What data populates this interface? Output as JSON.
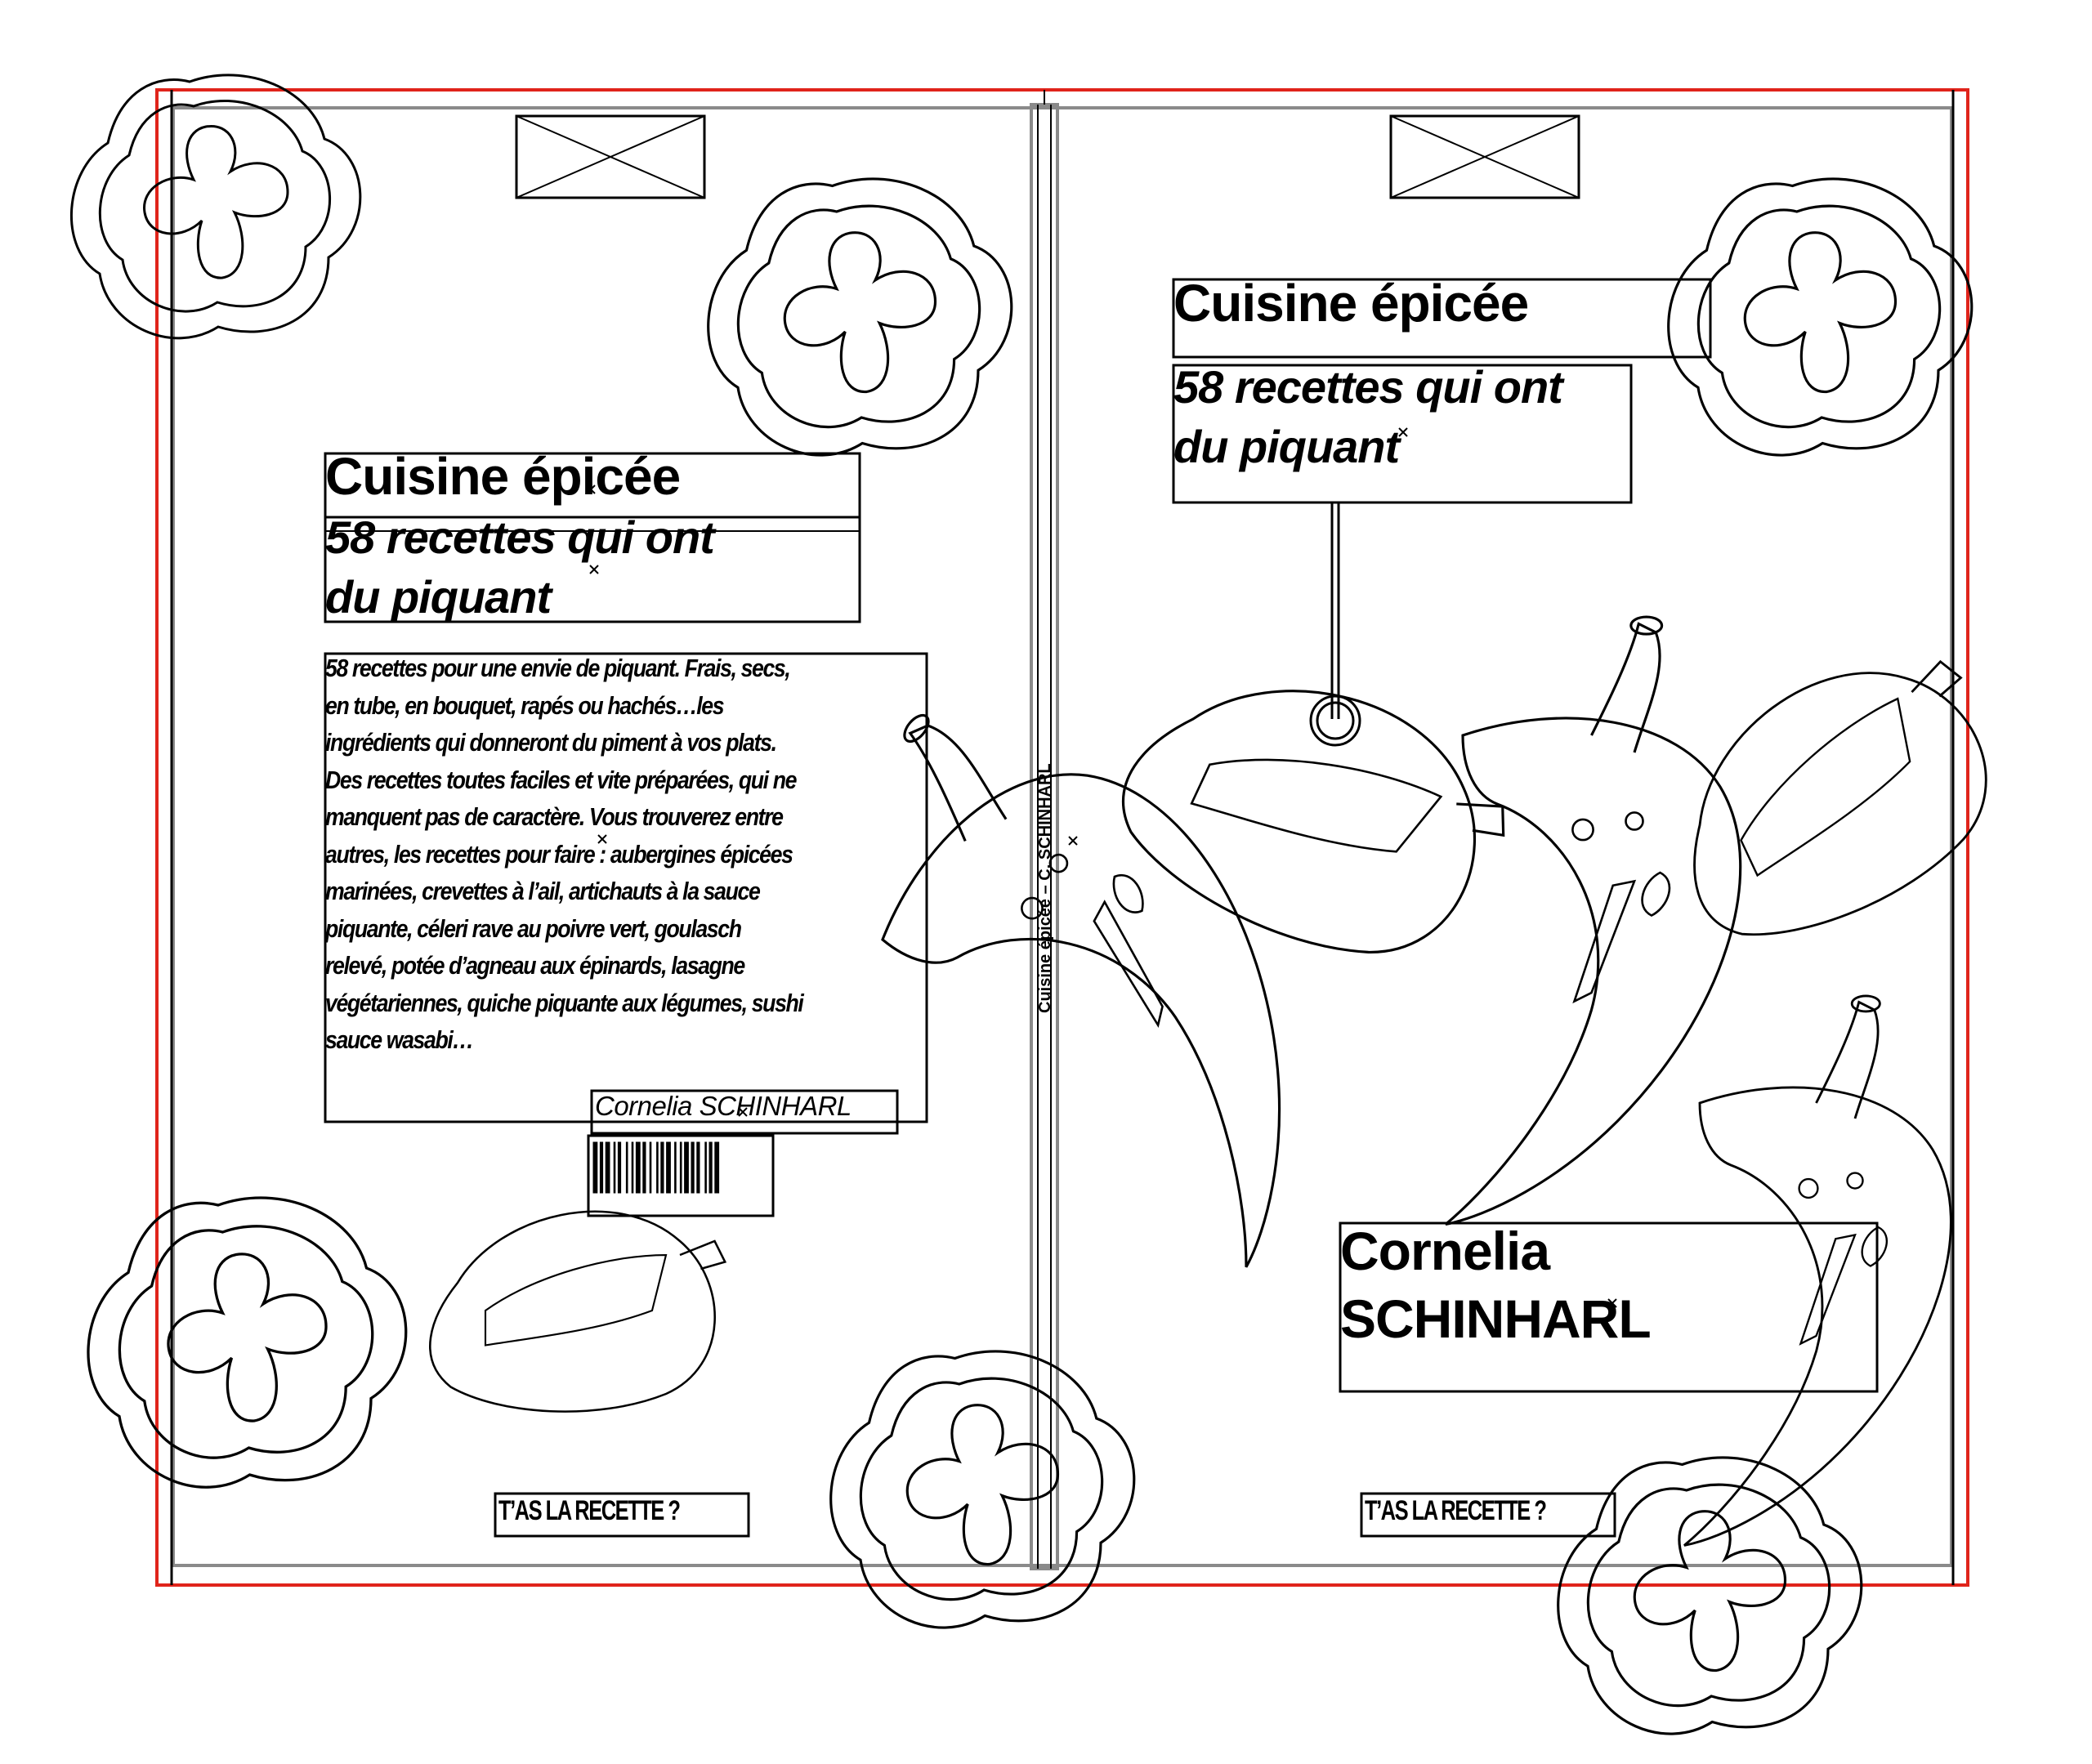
{
  "back_cover": {
    "title": "Cuisine épicée",
    "subtitle_line1": "58 recettes qui ont",
    "subtitle_line2": "du  piquant",
    "blurb": [
      "58 recettes pour une envie de piquant. Frais, secs,",
      "en tube, en bouquet, rapés ou hachés…les",
      "ingrédients qui donneront du piment à vos plats.",
      "Des recettes toutes faciles et vite préparées, qui ne",
      "manquent pas de caractère. Vous trouverez entre",
      "autres, les recettes pour faire : aubergines épicées",
      "marinées, crevettes à l’ail, artichauts à la sauce",
      "piquante, céleri rave au poivre vert, goulasch",
      "relevé, potée d’agneau aux épinards, lasagne",
      "végétariennes, quiche piquante aux légumes, sushi",
      "sauce wasabi…"
    ],
    "author": "Cornelia SCHINHARL",
    "brand": "T’AS LA RECETTE ?"
  },
  "spine": {
    "text": "Cuisine épicée – C. SCHINHARL"
  },
  "front_cover": {
    "title": "Cuisine épicée",
    "subtitle_line1": "58 recettes qui ont",
    "subtitle_line2": "du piquant",
    "author_line1": "Cornelia",
    "author_line2": "SCHINHARL",
    "brand": "T’AS LA RECETTE ?"
  },
  "colors": {
    "bleed": "#e0241b",
    "trim": "#8a8a8a",
    "ink": "#000000"
  },
  "icons": [
    "pepper-slice-icon",
    "chili-pepper-icon",
    "bell-pepper-icon",
    "image-placeholder-icon",
    "barcode-icon"
  ]
}
